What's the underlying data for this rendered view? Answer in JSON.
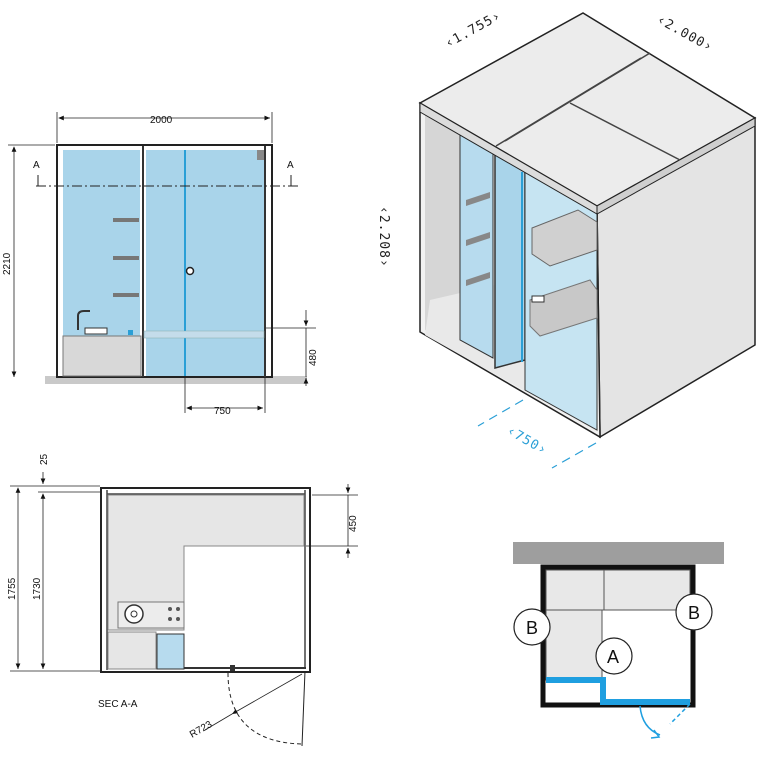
{
  "elevation": {
    "width_label": "2000",
    "height_label": "2210",
    "section_left": "A",
    "section_right": "A",
    "bench_height_label": "480",
    "door_width_label": "750"
  },
  "plan": {
    "depth_outer_label": "1755",
    "depth_inner_label": "1730",
    "wall_label": "25",
    "bench_depth_label": "450",
    "section_caption": "SEC A-A",
    "radius_label": "R723"
  },
  "iso": {
    "depth_label": "‹1.755›",
    "width_label": "‹2.000›",
    "height_label": "‹2.208›",
    "door_label": "‹750›"
  },
  "key": {
    "bench_left": "B",
    "bench_right": "B",
    "area_center": "A"
  },
  "colors": {
    "glass": "#a9d4ea",
    "glass_accent": "#2a9fd6",
    "panel": "#e6e6e6",
    "wall_grey": "#9e9e9e"
  }
}
